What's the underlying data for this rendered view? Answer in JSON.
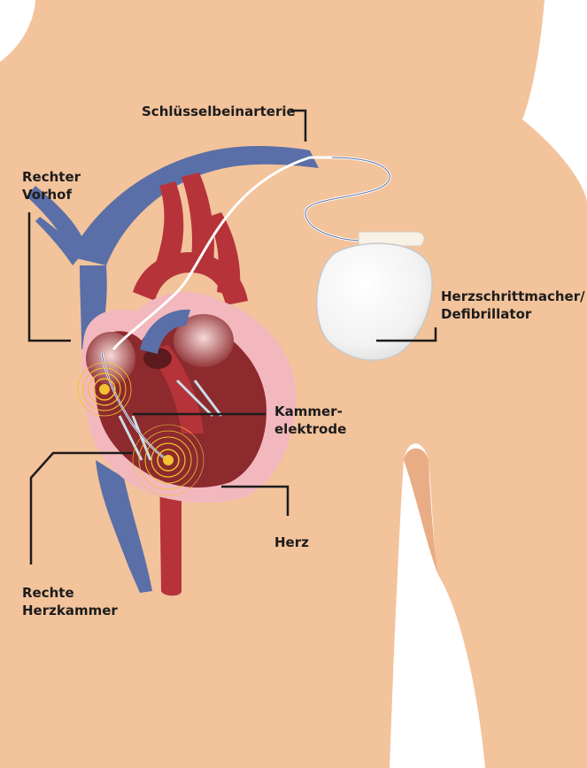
{
  "labels": {
    "subclavian_artery": "Schlüsselbeinarterie",
    "right_atrium_line1": "Rechter",
    "right_atrium_line2": "Vorhof",
    "device_line1": "Herzschrittmacher/",
    "device_line2": "Defibrillator",
    "ventricle_electrode_line1": "Kammer-",
    "ventricle_electrode_line2": "elektrode",
    "heart": "Herz",
    "right_ventricle_line1": "Rechte",
    "right_ventricle_line2": "Herzkammer"
  },
  "colors": {
    "skin": "#f3c39b",
    "skin_shadow": "#e8ad84",
    "vein_blue": "#5a6fa8",
    "artery_red": "#b6333a",
    "heart_pink": "#f2b8bd",
    "muscle_dark": "#8c2a2e",
    "device_white": "#f2f2f2",
    "signal_yellow": "#f2c230",
    "leader_line": "#1c1c1c"
  }
}
